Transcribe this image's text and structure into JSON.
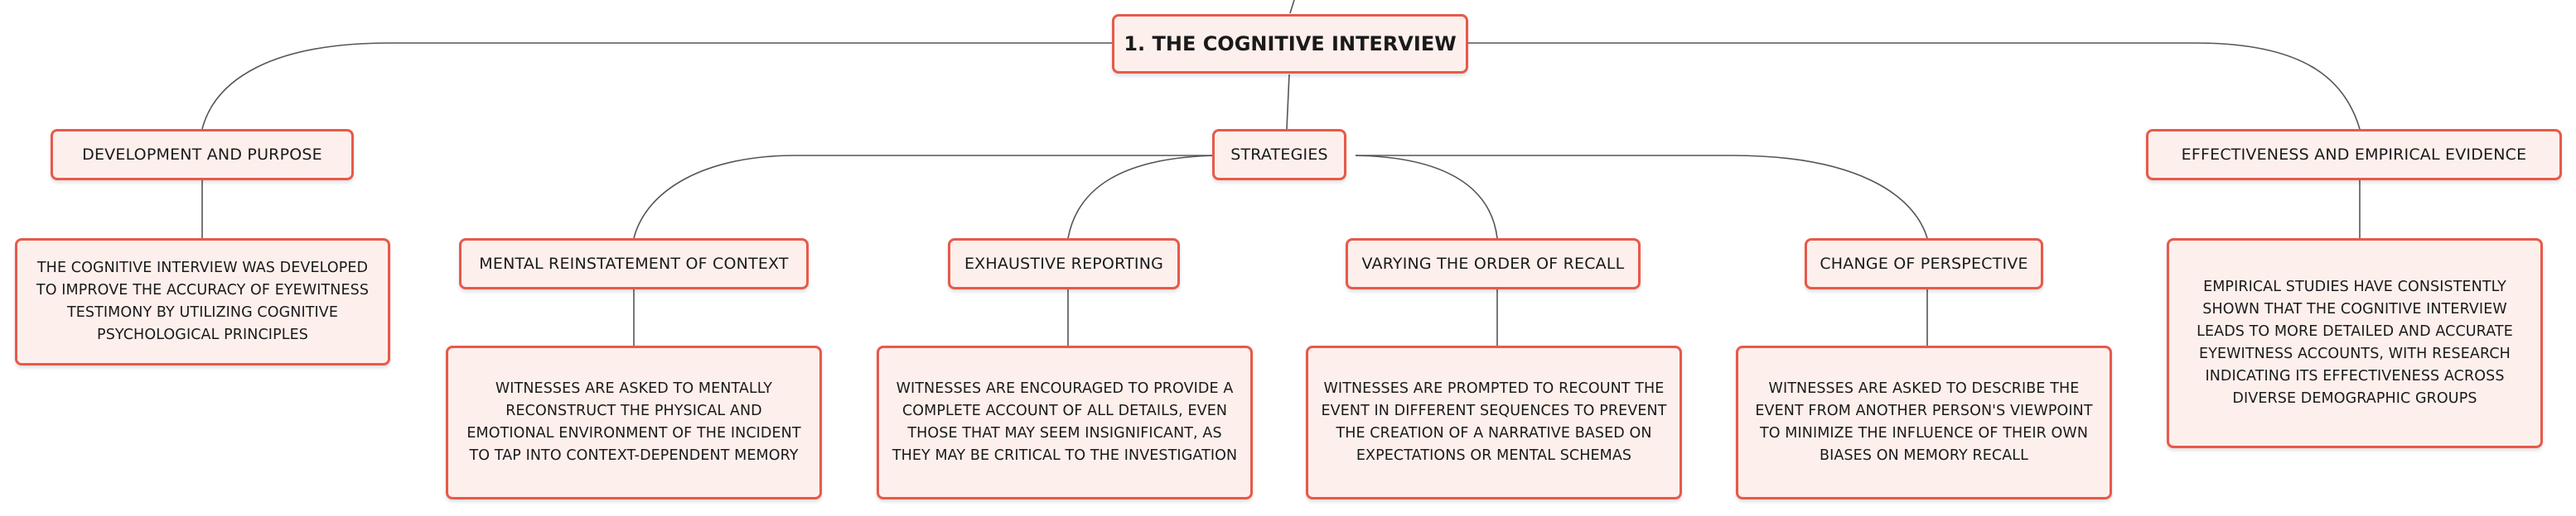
{
  "root": {
    "title": "1. THE COGNITIVE INTERVIEW"
  },
  "branches": {
    "development": {
      "label": "DEVELOPMENT AND PURPOSE",
      "detail": "THE COGNITIVE INTERVIEW WAS DEVELOPED TO IMPROVE THE ACCURACY OF EYEWITNESS TESTIMONY BY UTILIZING COGNITIVE PSYCHOLOGICAL PRINCIPLES"
    },
    "strategies": {
      "label": "STRATEGIES",
      "items": [
        {
          "label": "MENTAL REINSTATEMENT OF CONTEXT",
          "detail": "WITNESSES ARE ASKED TO MENTALLY RECONSTRUCT THE PHYSICAL AND EMOTIONAL ENVIRONMENT OF THE INCIDENT TO TAP INTO CONTEXT-DEPENDENT MEMORY"
        },
        {
          "label": "EXHAUSTIVE REPORTING",
          "detail": "WITNESSES ARE ENCOURAGED TO PROVIDE A COMPLETE ACCOUNT OF ALL DETAILS, EVEN THOSE THAT MAY SEEM INSIGNIFICANT, AS THEY MAY BE CRITICAL TO THE INVESTIGATION"
        },
        {
          "label": "VARYING THE ORDER OF RECALL",
          "detail": "WITNESSES ARE PROMPTED TO RECOUNT THE EVENT IN DIFFERENT SEQUENCES TO PREVENT THE CREATION OF A NARRATIVE BASED ON EXPECTATIONS OR MENTAL SCHEMAS"
        },
        {
          "label": "CHANGE OF PERSPECTIVE",
          "detail": "WITNESSES ARE ASKED TO DESCRIBE THE EVENT FROM ANOTHER PERSON'S VIEWPOINT TO MINIMIZE THE INFLUENCE OF THEIR OWN BIASES ON MEMORY RECALL"
        }
      ]
    },
    "effectiveness": {
      "label": "EFFECTIVENESS AND EMPIRICAL EVIDENCE",
      "detail": "EMPIRICAL STUDIES HAVE CONSISTENTLY SHOWN THAT THE COGNITIVE INTERVIEW LEADS TO MORE DETAILED AND ACCURATE EYEWITNESS ACCOUNTS, WITH RESEARCH INDICATING ITS EFFECTIVENESS ACROSS DIVERSE DEMOGRAPHIC GROUPS"
    }
  },
  "colors": {
    "node_fill": "#fdf0ec",
    "node_border": "#e8594a",
    "connector": "#555555",
    "text": "#1a1a1a"
  }
}
